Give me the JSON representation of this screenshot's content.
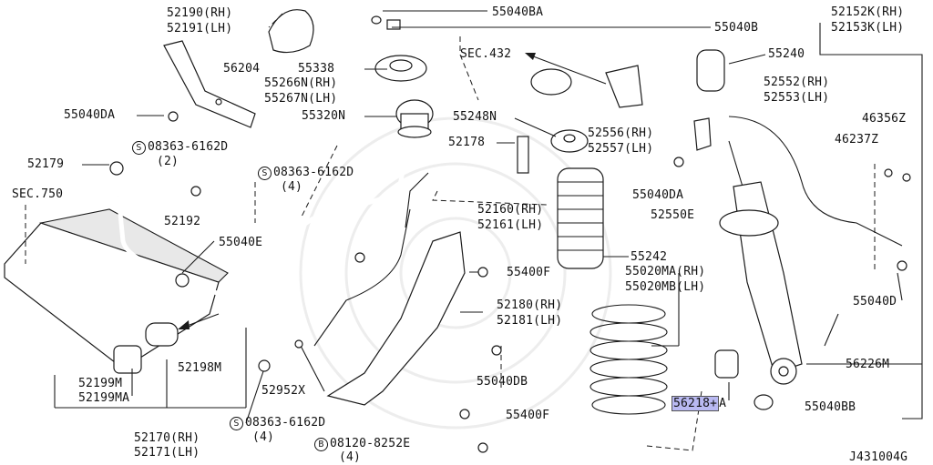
{
  "labels": {
    "l55040BA": "55040BA",
    "l55040B": "55040B",
    "l52152K": "52152K(RH)",
    "l52153K": "52153K(LH)",
    "l55240": "55240",
    "l52552": "52552(RH)",
    "l52553": "52553(LH)",
    "l46356Z": "46356Z",
    "l46237Z": "46237Z",
    "sec432": "SEC.432",
    "l52190": "52190(RH)",
    "l52191": "52191(LH)",
    "l56204": "56204",
    "l55338": "55338",
    "l55266N": "55266N(RH)",
    "l55267N": "55267N(LH)",
    "l55320N": "55320N",
    "l55248N": "55248N",
    "l52556": "52556(RH)",
    "l52557": "52557(LH)",
    "l52178": "52178",
    "l55040DA": "55040DA",
    "l52550E": "52550E",
    "s_mark": "S",
    "b_mark": "B",
    "l08363": "08363-6162D",
    "l08120": "08120-8252E",
    "qty2": "(2)",
    "qty4": "(4)",
    "l52179": "52179",
    "sec750": "SEC.750",
    "l52160": "52160(RH)",
    "l52161": "52161(LH)",
    "l52192": "52192",
    "l55040E": "55040E",
    "l55242": "55242",
    "l55400F": "55400F",
    "l55020MA": "55020MA(RH)",
    "l55020MB": "55020MB(LH)",
    "l55040D": "55040D",
    "l52180": "52180(RH)",
    "l52181": "52181(LH)",
    "l52198M": "52198M",
    "l56226M": "56226M",
    "l55040DB": "55040DB",
    "l52199M": "52199M",
    "l52199MA": "52199MA",
    "l52952X": "52952X",
    "l56218": "56218+",
    "l56218_suffix": "A",
    "l55040BB": "55040BB",
    "l52170": "52170(RH)",
    "l52171": "52171(LH)",
    "diagram_id": "J431004G"
  },
  "colors": {
    "highlight": "#b9b9f2",
    "line": "#1a1a1a",
    "background": "#ffffff"
  }
}
